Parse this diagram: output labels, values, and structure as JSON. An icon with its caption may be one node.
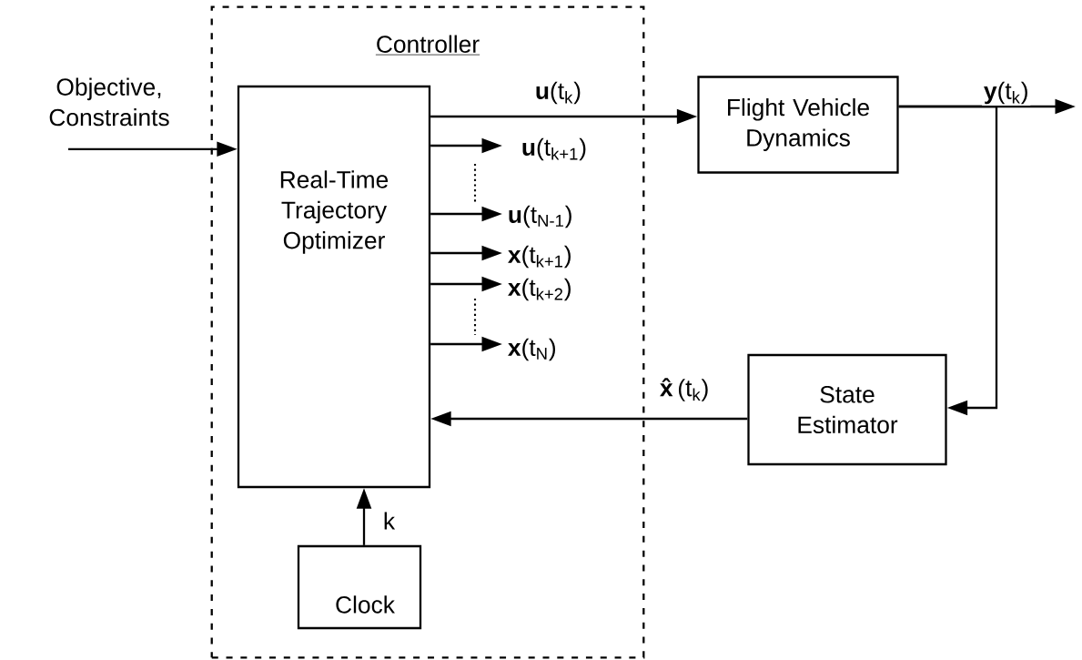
{
  "diagram": {
    "nodes": [
      {
        "text": [
          "Objective, Constraints"
        ]
      },
      {
        "text": [
          "Controller"
        ]
      },
      {
        "text": [
          "Real-Time Trajectory Optimizer"
        ],
        "in": 1
      },
      {
        "text": [
          "Clock"
        ],
        "in": 1
      },
      {
        "text": [
          "Flight Vehicle Dynamics"
        ]
      },
      {
        "text": [
          "State Estimator"
        ]
      }
    ],
    "edges": [
      {
        "from": 0,
        "to": 2,
        "arrow": "to"
      },
      {
        "from": 2,
        "to": 4,
        "arrow": "to",
        "label": "**u**(t$_{k}$)"
      },
      {
        "from": 2,
        "to": null,
        "arrow": "to",
        "label": "**u**(t$_{k+1}$)"
      },
      {
        "from": 2,
        "to": null,
        "arrow": "to",
        "label": "**u**(t$_{N-1}$)"
      },
      {
        "from": 2,
        "to": null,
        "arrow": "to",
        "label": "**x**(t$_{k+1}$)"
      },
      {
        "from": 2,
        "to": null,
        "arrow": "to",
        "label": "**x**(t$_{k+2}$)"
      },
      {
        "from": 2,
        "to": null,
        "arrow": "to",
        "label": "**x**(t$_{N}$)"
      },
      {
        "from": 4,
        "to": null,
        "arrow": "to",
        "label": "**y**(t$_{k}$)"
      },
      {
        "from": 4,
        "to": 5,
        "arrow": "to"
      },
      {
        "from": 5,
        "to": 2,
        "arrow": "to",
        "label": "**x̂**(t$_{k}$)"
      },
      {
        "from": 3,
        "to": 2,
        "arrow": "to",
        "label": "k"
      }
    ]
  }
}
